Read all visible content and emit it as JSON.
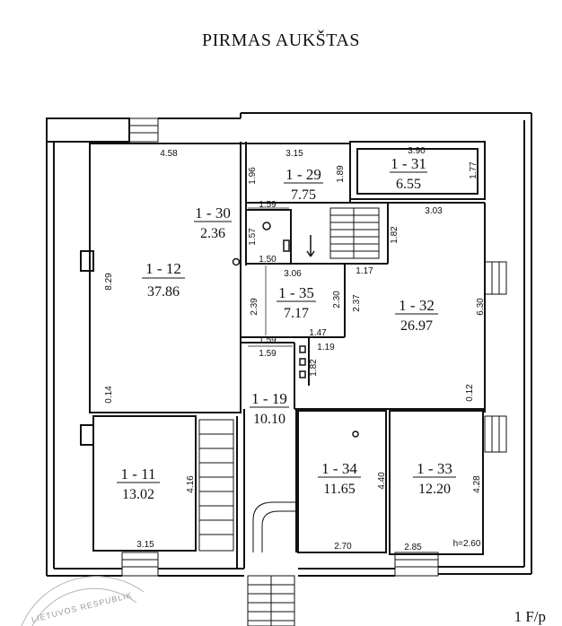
{
  "title": "PIRMAS AUKŠTAS",
  "rooms": [
    {
      "id": "1 - 12",
      "area": "37.86"
    },
    {
      "id": "1 - 29",
      "area": "7.75"
    },
    {
      "id": "1 - 30",
      "area": "2.36"
    },
    {
      "id": "1 - 31",
      "area": "6.55"
    },
    {
      "id": "1 - 32",
      "area": "26.97"
    },
    {
      "id": "1 - 35",
      "area": "7.17"
    },
    {
      "id": "1 - 19",
      "area": "10.10"
    },
    {
      "id": "1 - 11",
      "area": "13.02"
    },
    {
      "id": "1 - 34",
      "area": "11.65"
    },
    {
      "id": "1 - 33",
      "area": "12.20"
    }
  ],
  "dimensions": [
    "4.58",
    "3.15",
    "3.90",
    "1.96",
    "1.89",
    "1.77",
    "1.59",
    "1.57",
    "1.50",
    "3.06",
    "3.03",
    "1.82",
    "1.17",
    "8.29",
    "2.39",
    "2.30",
    "2.37",
    "6.30",
    "1.59",
    "1.47",
    "1.19",
    "1.59",
    "1.82",
    "0.14",
    "0.12",
    "4.16",
    "4.40",
    "4.28",
    "3.15",
    "2.70",
    "2.85"
  ],
  "height_note": "h=2.60",
  "seal_text": "LIETUVOS RESPUBLIK",
  "sheet_label": "1 F/p"
}
